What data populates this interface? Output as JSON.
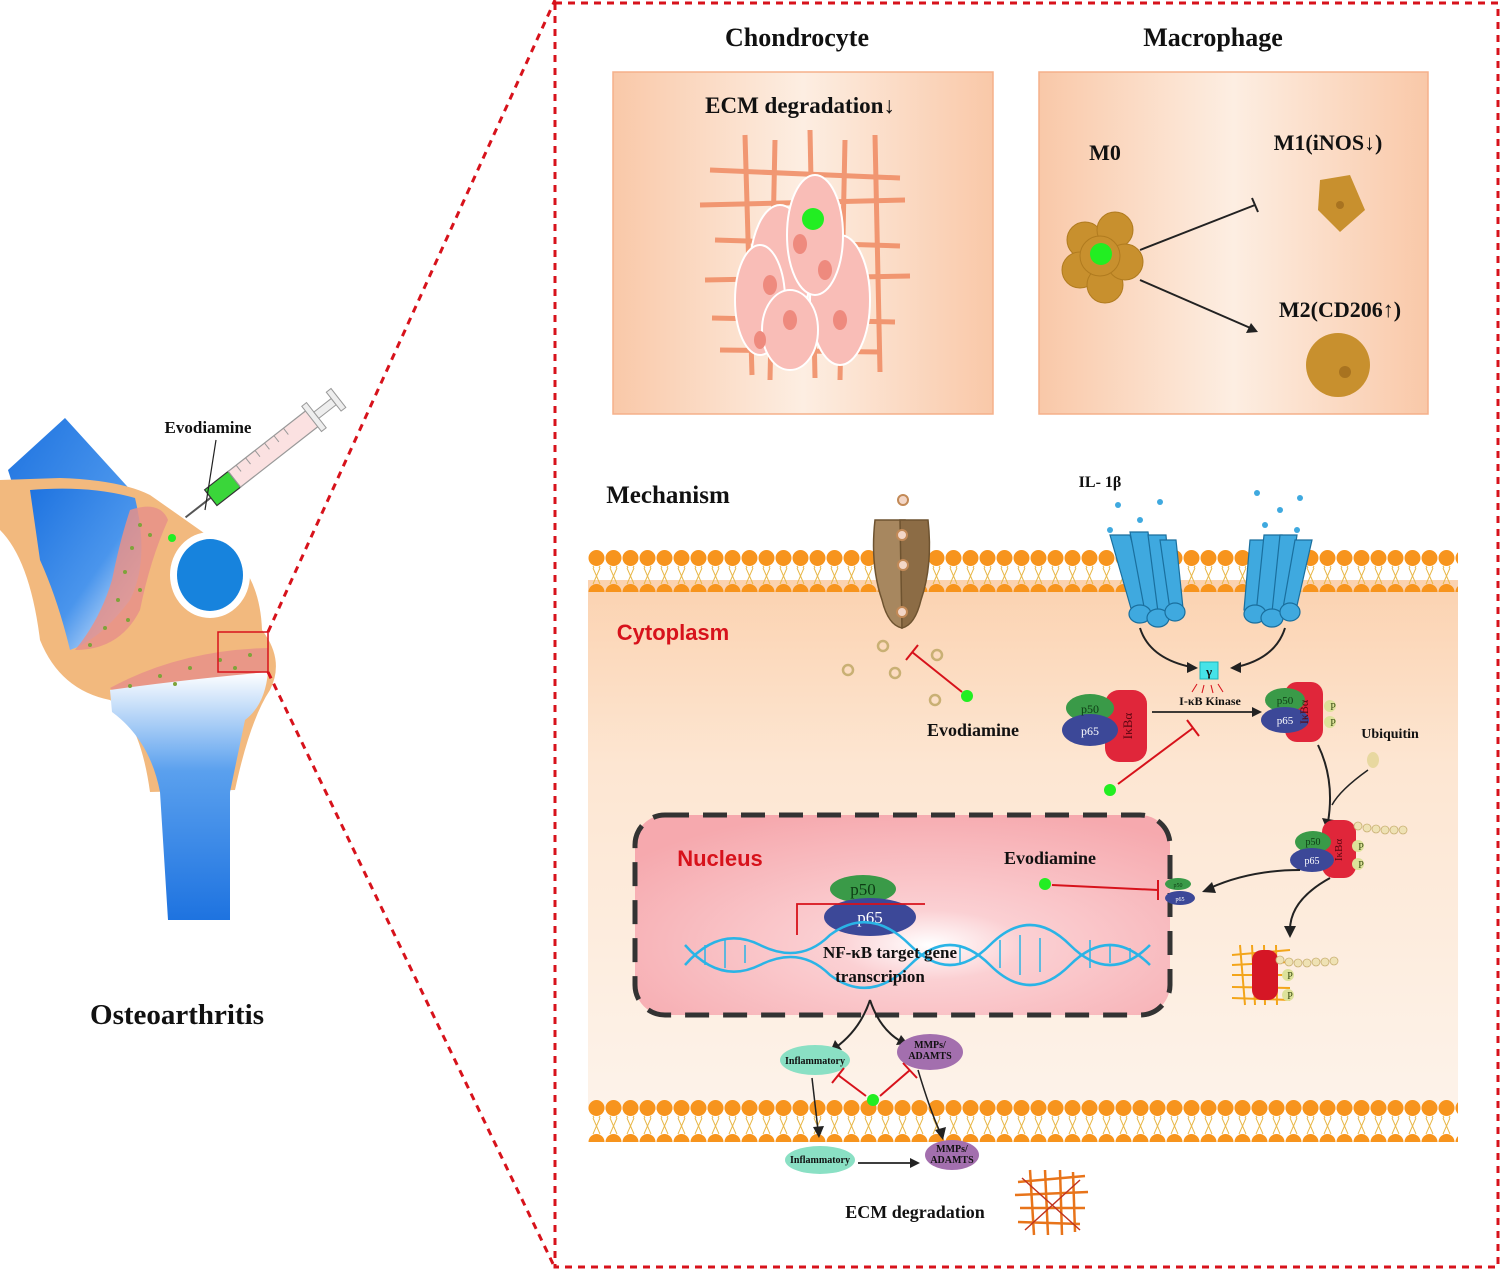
{
  "left": {
    "drug_label": "Evodiamine",
    "title": "Osteoarthritis"
  },
  "chondrocyte": {
    "title": "Chondrocyte",
    "effect": "ECM degradation↓"
  },
  "macrophage": {
    "title": "Macrophage",
    "m0": "M0",
    "m1": "M1(iNOS↓)",
    "m2": "M2(CD206↑)"
  },
  "mechanism": {
    "title": "Mechanism",
    "il1b": "IL- 1β",
    "cytoplasm": "Cytoplasm",
    "nucleus": "Nucleus",
    "gamma": "γ",
    "ikb_kinase": "I-κB Kinase",
    "p50": "p50",
    "p65": "p65",
    "ikba": "IκBα",
    "p": "P",
    "ubiquitin": "Ubiquitin",
    "evodiamine_1": "Evodiamine",
    "evodiamine_2": "Evodiamine",
    "gene_line1": "NF-κB target gene",
    "gene_line2": "transcripion",
    "inflammatory_1": "Inflammatory",
    "inflammatory_2": "Inflammatory",
    "mmps_line1": "MMPs/",
    "mmps_line2": "ADAMTS",
    "ecm_degradation": "ECM degradation"
  },
  "colors": {
    "frame_red": "#d7121b",
    "drug_green": "#22ee22",
    "membrane_orange": "#f7941d",
    "receptor_blue": "#3fa9df",
    "nucleus_pink": "#f7b2b6",
    "macrophage_brown": "#c8902e"
  }
}
